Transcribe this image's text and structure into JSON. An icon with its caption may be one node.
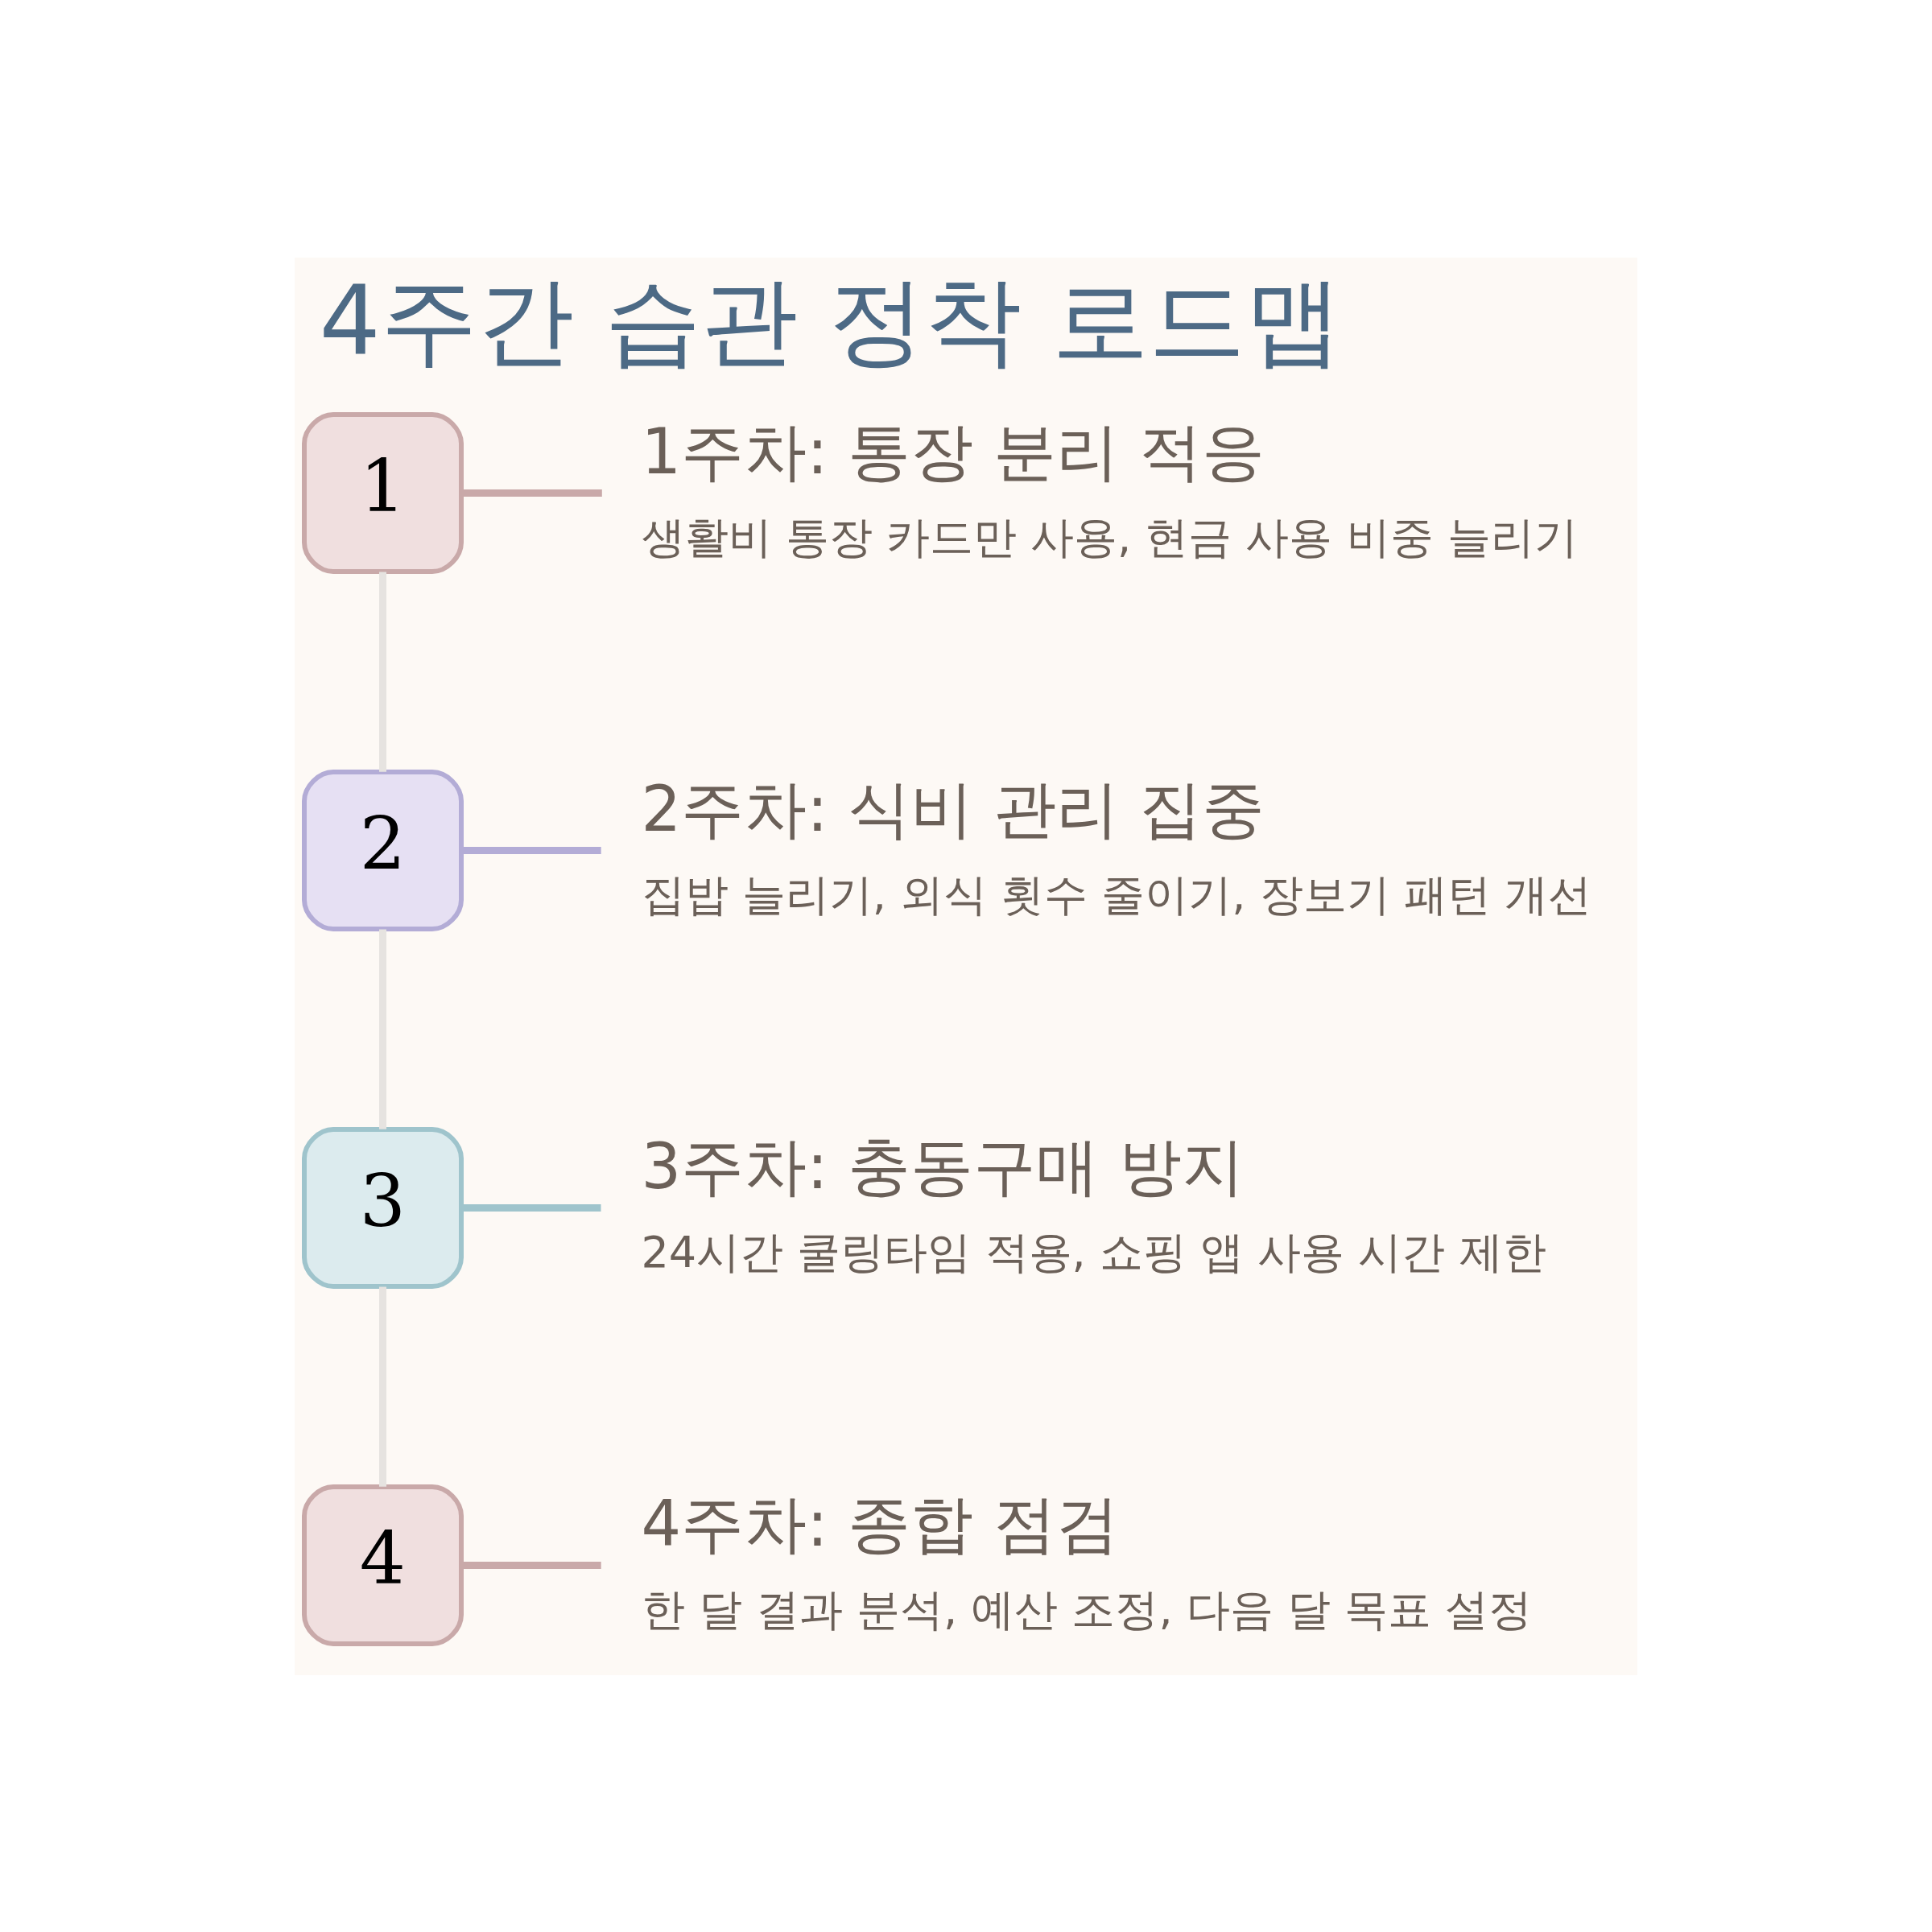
{
  "diagram": {
    "title": "4주간 습관 정착 로드맵",
    "nodes": [
      {
        "text": [
          "1"
        ]
      },
      {
        "text": [
          "1주차: 통장 분리 적응",
          "생활비 통장 카드만 사용, 현금 사용 비중 늘리기"
        ]
      },
      {
        "text": [
          "2"
        ]
      },
      {
        "text": [
          "2주차: 식비 관리 집중",
          "집밥 늘리기, 외식 횟수 줄이기, 장보기 패턴 개선"
        ]
      },
      {
        "text": [
          "3"
        ]
      },
      {
        "text": [
          "3주차: 충동구매 방지",
          "24시간 쿨링타임 적용, 쇼핑 앱 사용 시간 제한"
        ]
      },
      {
        "text": [
          "4"
        ]
      },
      {
        "text": [
          "4주차: 종합 점검",
          "한 달 결과 분석, 예산 조정, 다음 달 목표 설정"
        ]
      }
    ],
    "edges": [
      {
        "from": 0,
        "to": 1,
        "arrow": "none",
        "color": "#c9a9a9"
      },
      {
        "from": 2,
        "to": 3,
        "arrow": "none",
        "color": "#b3acd6"
      },
      {
        "from": 4,
        "to": 5,
        "arrow": "none",
        "color": "#9fc4cc"
      },
      {
        "from": 6,
        "to": 7,
        "arrow": "none",
        "color": "#c9a9a9"
      },
      {
        "from": 0,
        "to": 2,
        "arrow": "none"
      },
      {
        "from": 2,
        "to": 4,
        "arrow": "none"
      },
      {
        "from": 4,
        "to": 6,
        "arrow": "none"
      }
    ]
  }
}
